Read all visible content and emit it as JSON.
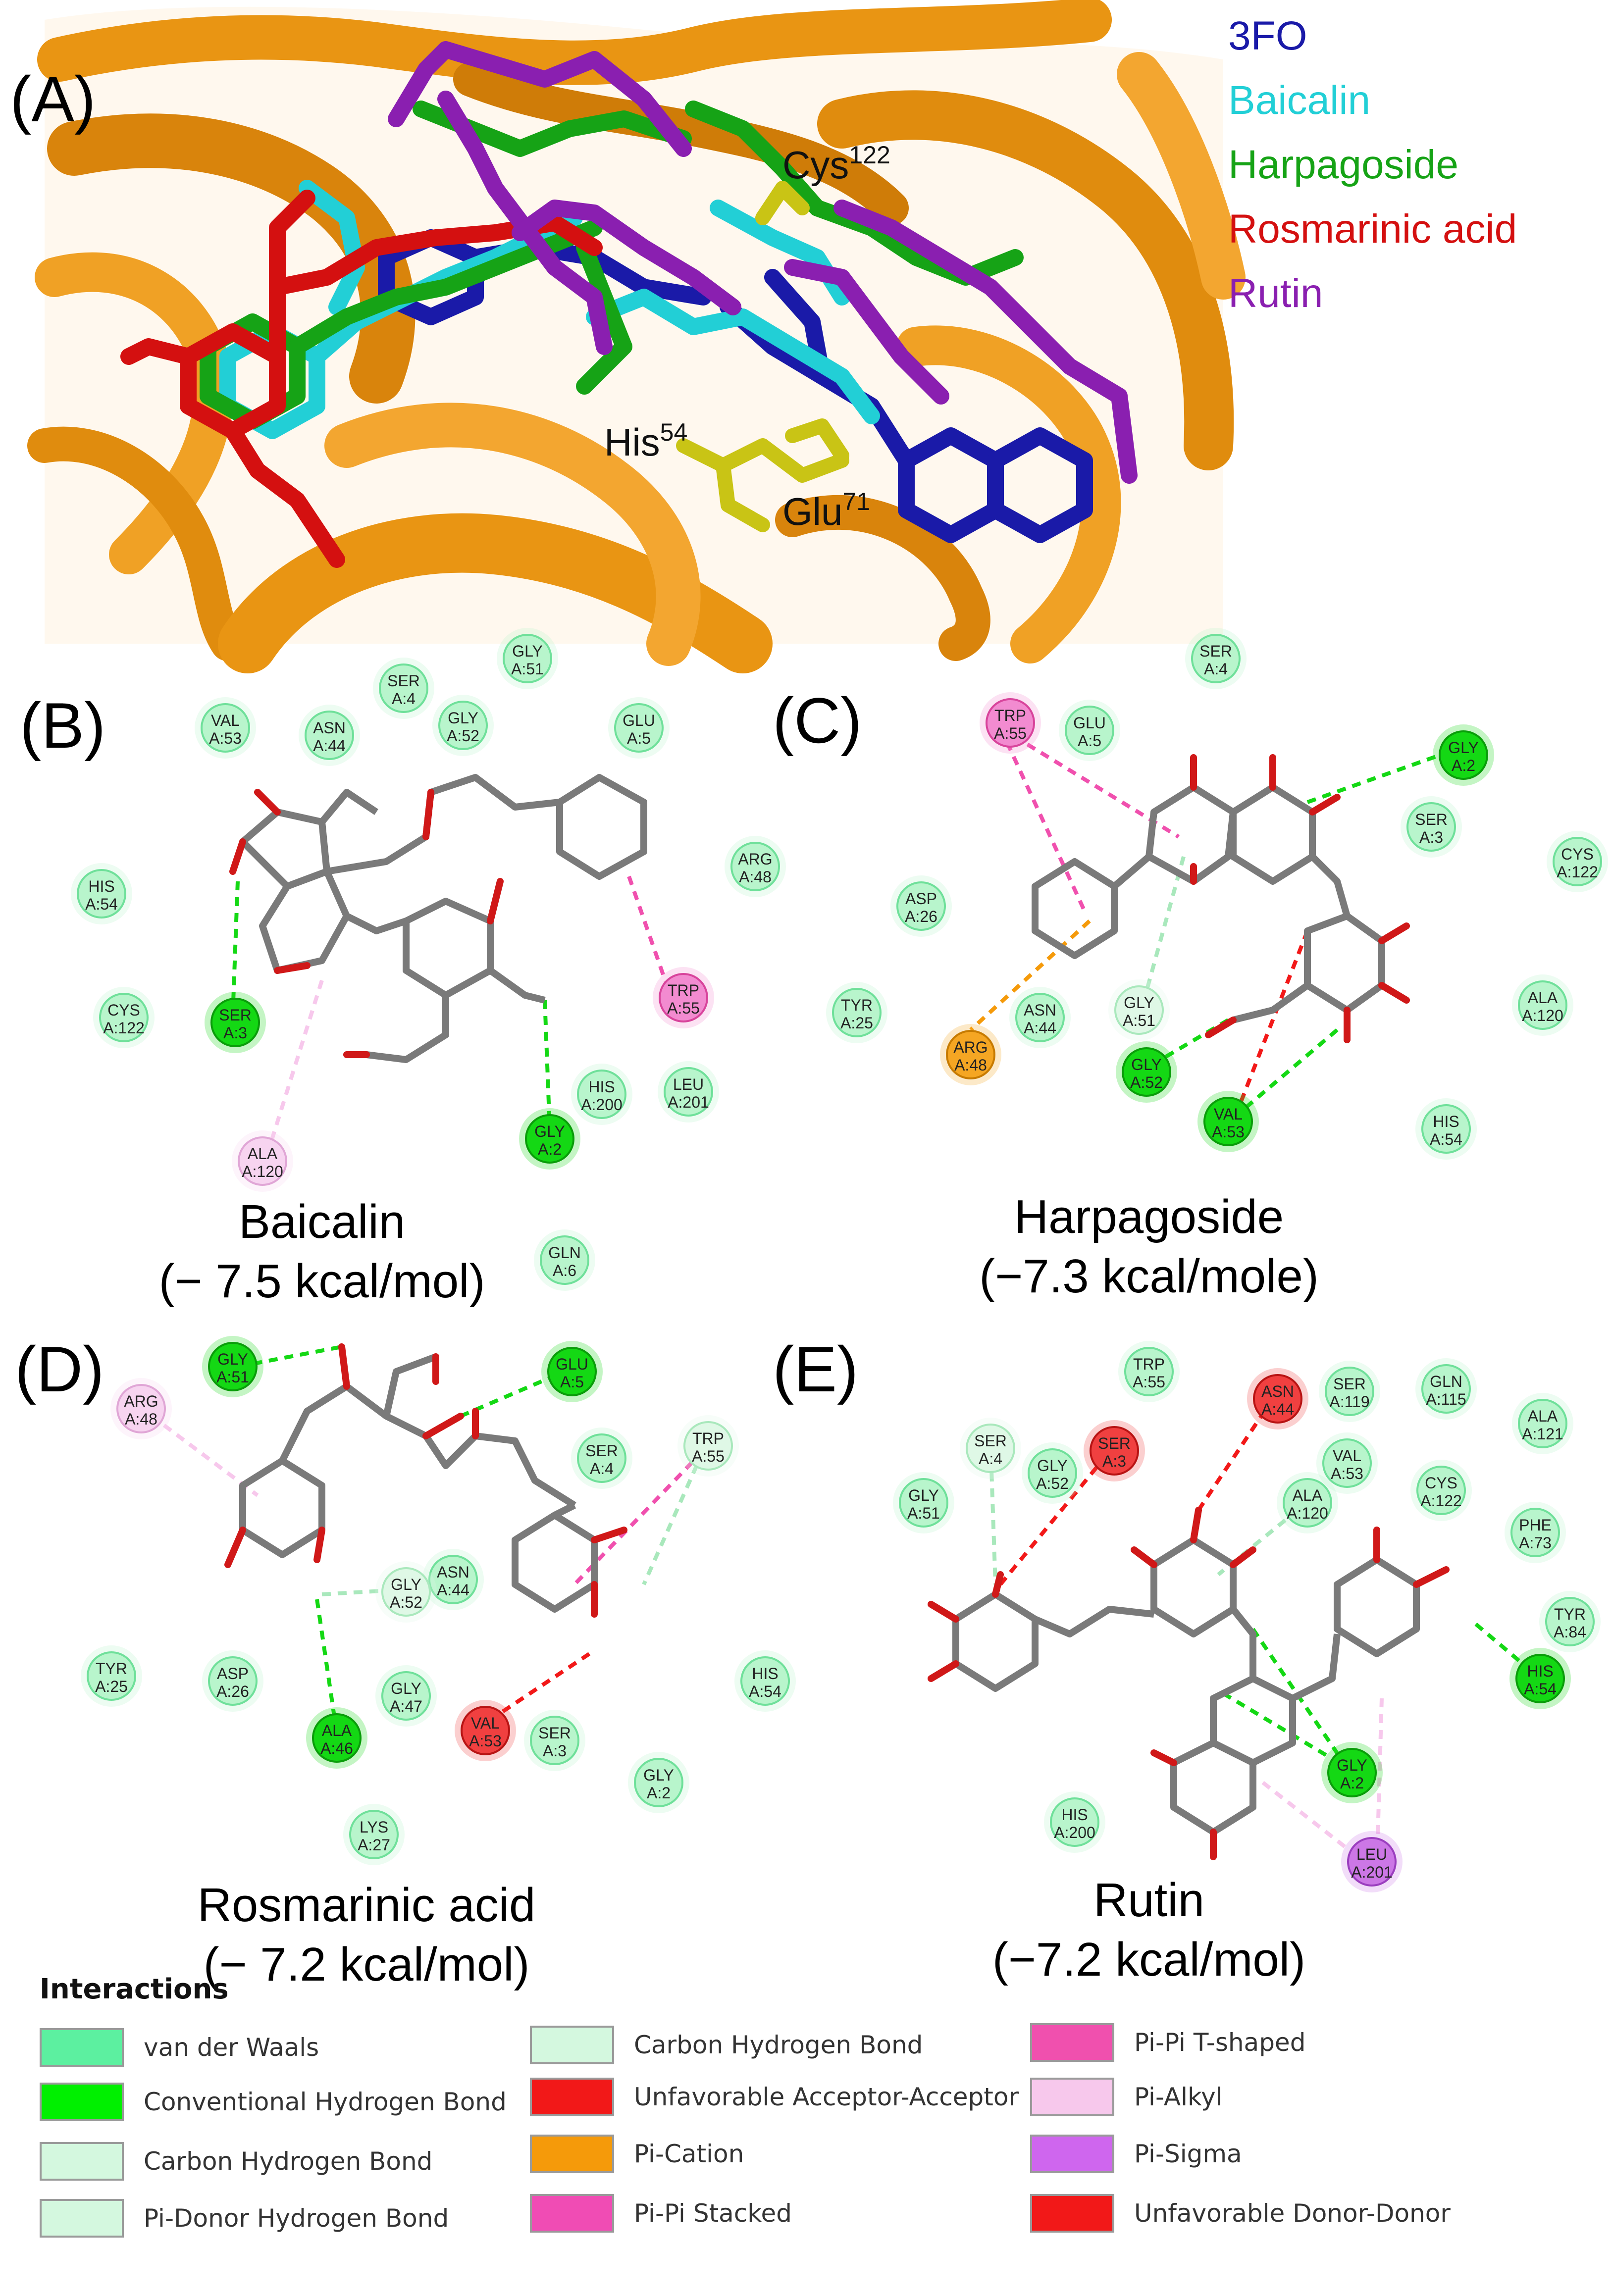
{
  "panel_a": {
    "label": "(A)",
    "legend": [
      {
        "text": "3FO",
        "color": "#1a1aa8"
      },
      {
        "text": "Baicalin",
        "color": "#22cfd6"
      },
      {
        "text": "Harpagoside",
        "color": "#16a316"
      },
      {
        "text": "Rosmarinic acid",
        "color": "#d41010"
      },
      {
        "text": "Rutin",
        "color": "#8a1fb0"
      }
    ],
    "residues": [
      {
        "name": "Cys",
        "num": "122"
      },
      {
        "name": "His",
        "num": "54"
      },
      {
        "name": "Glu",
        "num": "71"
      }
    ],
    "protein_color": "#e9930f"
  },
  "panel_b": {
    "label": "(B)",
    "name": "Baicalin",
    "energy": "(− 7.5 kcal/mol)",
    "residues": [
      {
        "a": "VAL",
        "b": "A:53",
        "type": "vdw"
      },
      {
        "a": "ASN",
        "b": "A:44",
        "type": "vdw"
      },
      {
        "a": "SER",
        "b": "A:4",
        "type": "vdw"
      },
      {
        "a": "GLY",
        "b": "A:52",
        "type": "vdw"
      },
      {
        "a": "GLY",
        "b": "A:51",
        "type": "vdw"
      },
      {
        "a": "GLU",
        "b": "A:5",
        "type": "vdw"
      },
      {
        "a": "ARG",
        "b": "A:48",
        "type": "vdw"
      },
      {
        "a": "HIS",
        "b": "A:54",
        "type": "vdw"
      },
      {
        "a": "CYS",
        "b": "A:122",
        "type": "vdw"
      },
      {
        "a": "SER",
        "b": "A:3",
        "type": "hbond"
      },
      {
        "a": "TRP",
        "b": "A:55",
        "type": "pipi_t"
      },
      {
        "a": "HIS",
        "b": "A:200",
        "type": "vdw"
      },
      {
        "a": "LEU",
        "b": "A:201",
        "type": "vdw"
      },
      {
        "a": "GLY",
        "b": "A:2",
        "type": "hbond"
      },
      {
        "a": "ALA",
        "b": "A:120",
        "type": "pialkyl"
      },
      {
        "a": "GLN",
        "b": "A:6",
        "type": "vdw"
      }
    ]
  },
  "panel_c": {
    "label": "(C)",
    "name": "Harpagoside",
    "energy": "(−7.3 kcal/mole)",
    "residues": [
      {
        "a": "SER",
        "b": "A:4",
        "type": "vdw"
      },
      {
        "a": "TRP",
        "b": "A:55",
        "type": "pipi_t"
      },
      {
        "a": "GLU",
        "b": "A:5",
        "type": "vdw"
      },
      {
        "a": "GLY",
        "b": "A:2",
        "type": "hbond"
      },
      {
        "a": "SER",
        "b": "A:3",
        "type": "vdw"
      },
      {
        "a": "CYS",
        "b": "A:122",
        "type": "vdw"
      },
      {
        "a": "ASP",
        "b": "A:26",
        "type": "vdw"
      },
      {
        "a": "TYR",
        "b": "A:25",
        "type": "vdw"
      },
      {
        "a": "ASN",
        "b": "A:44",
        "type": "vdw"
      },
      {
        "a": "GLY",
        "b": "A:51",
        "type": "carbon"
      },
      {
        "a": "ARG",
        "b": "A:48",
        "type": "cation"
      },
      {
        "a": "GLY",
        "b": "A:52",
        "type": "hbond"
      },
      {
        "a": "ALA",
        "b": "A:120",
        "type": "vdw"
      },
      {
        "a": "VAL",
        "b": "A:53",
        "type": "hbond"
      },
      {
        "a": "HIS",
        "b": "A:54",
        "type": "vdw"
      }
    ]
  },
  "panel_d": {
    "label": "(D)",
    "name": "Rosmarinic acid",
    "energy": "(− 7.2 kcal/mol)",
    "residues": [
      {
        "a": "GLY",
        "b": "A:51",
        "type": "hbond"
      },
      {
        "a": "GLU",
        "b": "A:5",
        "type": "hbond"
      },
      {
        "a": "ARG",
        "b": "A:48",
        "type": "pialkyl"
      },
      {
        "a": "SER",
        "b": "A:4",
        "type": "vdw"
      },
      {
        "a": "TRP",
        "b": "A:55",
        "type": "carbon"
      },
      {
        "a": "ASN",
        "b": "A:44",
        "type": "vdw"
      },
      {
        "a": "GLY",
        "b": "A:52",
        "type": "carbon"
      },
      {
        "a": "TYR",
        "b": "A:25",
        "type": "vdw"
      },
      {
        "a": "ASP",
        "b": "A:26",
        "type": "vdw"
      },
      {
        "a": "GLY",
        "b": "A:47",
        "type": "vdw"
      },
      {
        "a": "ALA",
        "b": "A:46",
        "type": "hbond"
      },
      {
        "a": "VAL",
        "b": "A:53",
        "type": "unfav"
      },
      {
        "a": "SER",
        "b": "A:3",
        "type": "vdw"
      },
      {
        "a": "HIS",
        "b": "A:54",
        "type": "vdw"
      },
      {
        "a": "GLY",
        "b": "A:2",
        "type": "vdw"
      },
      {
        "a": "LYS",
        "b": "A:27",
        "type": "vdw"
      }
    ]
  },
  "panel_e": {
    "label": "(E)",
    "name": "Rutin",
    "energy": "(−7.2 kcal/mol)",
    "residues": [
      {
        "a": "TRP",
        "b": "A:55",
        "type": "vdw"
      },
      {
        "a": "ASN",
        "b": "A:44",
        "type": "unfav"
      },
      {
        "a": "SER",
        "b": "A:119",
        "type": "vdw"
      },
      {
        "a": "GLN",
        "b": "A:115",
        "type": "vdw"
      },
      {
        "a": "ALA",
        "b": "A:121",
        "type": "vdw"
      },
      {
        "a": "SER",
        "b": "A:4",
        "type": "carbon"
      },
      {
        "a": "GLY",
        "b": "A:52",
        "type": "vdw"
      },
      {
        "a": "SER",
        "b": "A:3",
        "type": "unfav"
      },
      {
        "a": "VAL",
        "b": "A:53",
        "type": "vdw"
      },
      {
        "a": "ALA",
        "b": "A:120",
        "type": "vdw"
      },
      {
        "a": "CYS",
        "b": "A:122",
        "type": "vdw"
      },
      {
        "a": "PHE",
        "b": "A:73",
        "type": "vdw"
      },
      {
        "a": "GLY",
        "b": "A:51",
        "type": "vdw"
      },
      {
        "a": "TYR",
        "b": "A:84",
        "type": "vdw"
      },
      {
        "a": "HIS",
        "b": "A:54",
        "type": "hbond"
      },
      {
        "a": "GLY",
        "b": "A:2",
        "type": "hbond"
      },
      {
        "a": "HIS",
        "b": "A:200",
        "type": "vdw"
      },
      {
        "a": "LEU",
        "b": "A:201",
        "type": "pisigma"
      }
    ]
  },
  "legend": {
    "title": "Interactions",
    "items": [
      {
        "text": "van der Waals",
        "color": "#5cf0a0"
      },
      {
        "text": "Conventional Hydrogen Bond",
        "color": "#00f000"
      },
      {
        "text": "Carbon Hydrogen Bond",
        "color": "#d4f8df"
      },
      {
        "text": "Pi-Donor Hydrogen Bond",
        "color": "#d4f8df"
      },
      {
        "text": "Carbon Hydrogen Bond",
        "color": "#d4f8df"
      },
      {
        "text": "Unfavorable Acceptor-Acceptor",
        "color": "#f21818"
      },
      {
        "text": "Pi-Cation",
        "color": "#f59a0a"
      },
      {
        "text": "Pi-Pi Stacked",
        "color": "#f04cb4"
      },
      {
        "text": "Pi-Pi T-shaped",
        "color": "#f050ae"
      },
      {
        "text": "Pi-Alkyl",
        "color": "#f7c8ec"
      },
      {
        "text": "Pi-Sigma",
        "color": "#cf66ee"
      },
      {
        "text": "Unfavorable Donor-Donor",
        "color": "#f21818"
      }
    ]
  },
  "colors": {
    "vdw_fill": "#b8f5cc",
    "vdw_stroke": "#6fe09a",
    "hbond_fill": "#14d814",
    "hbond_stroke": "#0a9d0a",
    "carbon_fill": "#dff8e6",
    "carbon_stroke": "#a9e8bc",
    "pipi_fill": "#f28bd0",
    "pipi_stroke": "#d8449c",
    "pialkyl_fill": "#f7d4f0",
    "pialkyl_stroke": "#e0a6d6",
    "cation_fill": "#f5a623",
    "cation_stroke": "#c77b00",
    "unfav_fill": "#f04040",
    "unfav_stroke": "#b81414",
    "pisigma_fill": "#cc77e6",
    "pisigma_stroke": "#9b3fbf",
    "bond_gray": "#7a7a7a",
    "oxygen_red": "#d01818"
  }
}
